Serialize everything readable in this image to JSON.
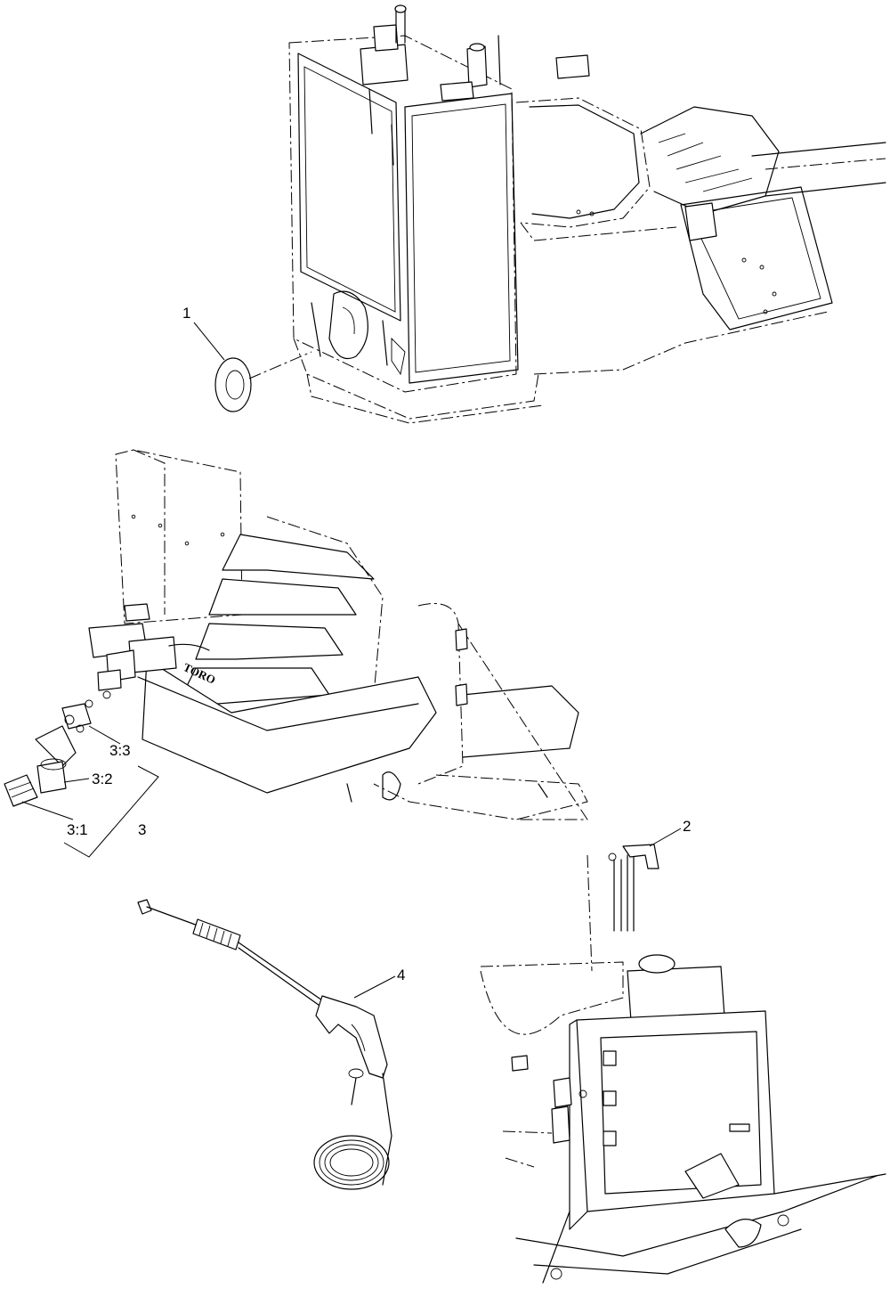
{
  "callouts": {
    "item_1": "1",
    "item_2": "2",
    "item_3": "3",
    "item_3_1": "3:1",
    "item_3_2": "3:2",
    "item_3_3": "3:3",
    "item_4": "4"
  },
  "brand_decal": "TORO"
}
